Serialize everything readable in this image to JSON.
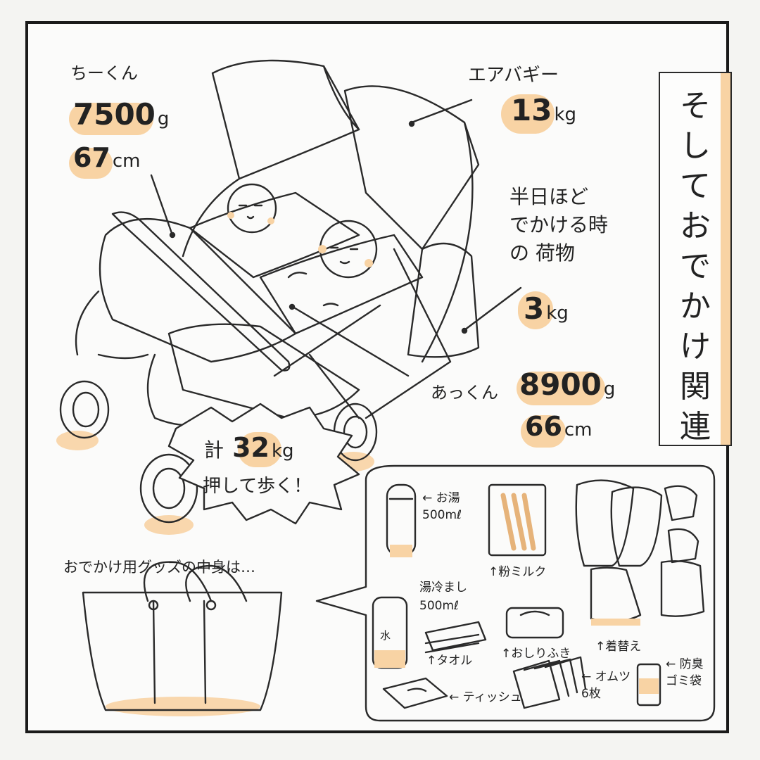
{
  "title_vertical": [
    "そ",
    "し",
    "て",
    "お",
    "で",
    "か",
    "け",
    "関",
    "連"
  ],
  "chi": {
    "name": "ちーくん",
    "weight_value": "7500",
    "weight_unit": "g",
    "height_value": "67",
    "height_unit": "cm"
  },
  "buggy": {
    "name": "エアバギー",
    "weight_value": "13",
    "weight_unit": "kg"
  },
  "luggage": {
    "label_lines": [
      "半日ほど",
      "でかける時",
      "の 荷物"
    ],
    "weight_value": "3",
    "weight_unit": "kg"
  },
  "akkun": {
    "name": "あっくん",
    "weight_value": "8900",
    "weight_unit": "g",
    "height_value": "66",
    "height_unit": "cm"
  },
  "total": {
    "prefix": "計",
    "value": "32",
    "unit": "kg",
    "line2": "押して歩く！"
  },
  "bag_caption": "おでかけ用グッズの中身は…",
  "items": {
    "hot_water": [
      "← お湯",
      "500mℓ"
    ],
    "milk": "↑粉ミルク",
    "cool_water": [
      "湯冷まし",
      "500mℓ"
    ],
    "bottle_label": "水",
    "towel": "↑タオル",
    "wipes": "↑おしりふき",
    "clothes": "↑着替え",
    "tissue": "← ティッシュ",
    "diaper": [
      "← オムツ",
      "6枚"
    ],
    "odor_bag": [
      "← 防臭",
      "ゴミ袋"
    ]
  },
  "colors": {
    "accent": "#f8d3a4",
    "ink": "#222222",
    "paper": "#fbfbfa"
  }
}
